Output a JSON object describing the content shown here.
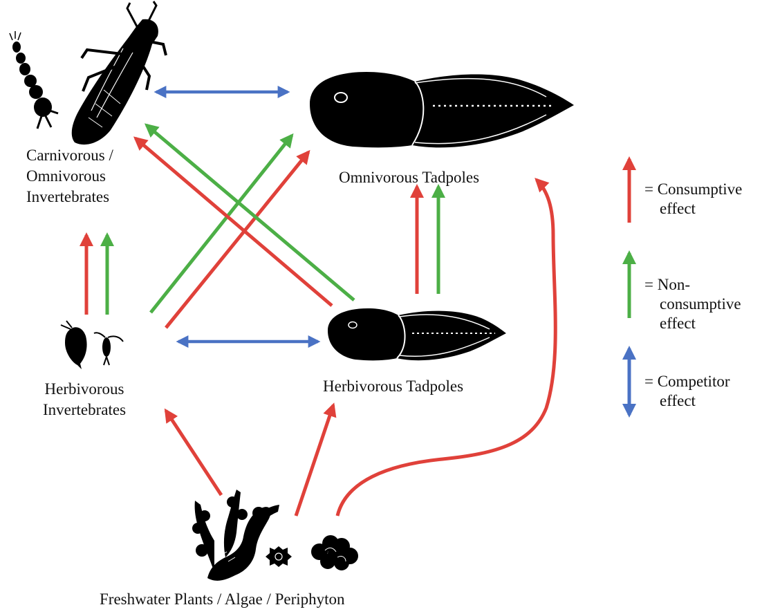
{
  "nodes": {
    "carnivorous": [
      "Carnivorous /",
      "Omnivorous",
      "Invertebrates"
    ],
    "omnivorous_tadpoles": "Omnivorous Tadpoles",
    "herbivorous_invertebrates": [
      "Herbivorous",
      "Invertebrates"
    ],
    "herbivorous_tadpoles": "Herbivorous Tadpoles",
    "producers": "Freshwater Plants / Algae / Periphyton"
  },
  "legend": {
    "consumptive": [
      "= Consumptive",
      "effect"
    ],
    "non_consumptive": [
      "= Non-",
      "consumptive",
      "effect"
    ],
    "competitor": [
      "= Competitor",
      "effect"
    ]
  },
  "colors": {
    "consumptive": "#e0413a",
    "non_consumptive": "#4caf46",
    "competitor": "#4a72c4",
    "silhouette": "#000000"
  },
  "icons": [
    "dragonfly-nymph-icon",
    "midge-larva-icon",
    "omnivorous-tadpole-icon",
    "herbivorous-tadpole-icon",
    "daphnia-icon",
    "copepod-icon",
    "aquatic-plant-icon",
    "diatom-icon",
    "periphyton-clump-icon"
  ]
}
